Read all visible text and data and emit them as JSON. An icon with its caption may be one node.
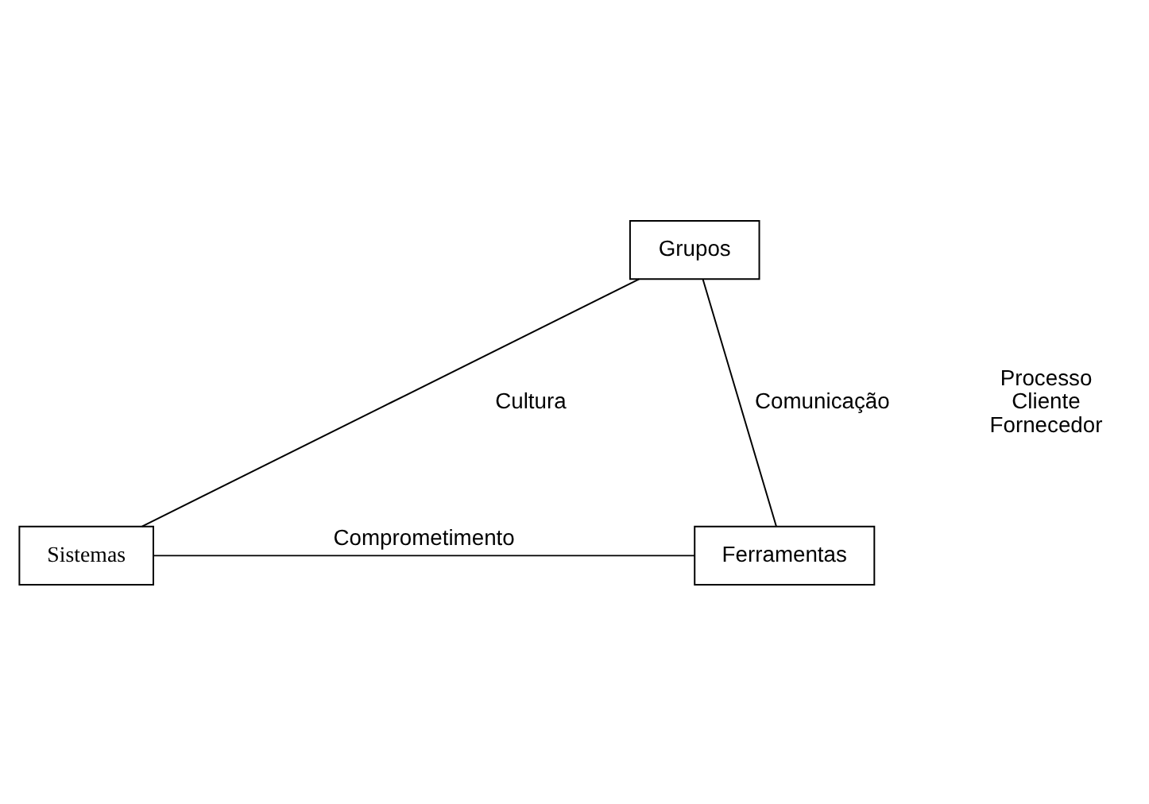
{
  "diagram": {
    "nodes": [
      {
        "text": [
          "Grupos"
        ]
      },
      {
        "text": [
          "Sistemas"
        ]
      },
      {
        "text": [
          "Ferramentas"
        ]
      }
    ],
    "edges": [
      {
        "from": 0,
        "to": 1,
        "arrow": "none",
        "label": "Cultura"
      },
      {
        "from": 0,
        "to": 2,
        "arrow": "none",
        "label": "Comunicação"
      },
      {
        "from": 1,
        "to": 2,
        "arrow": "none",
        "label": "Comprometimento"
      }
    ],
    "labels": [
      "Processo Cliente Fornecedor"
    ]
  }
}
